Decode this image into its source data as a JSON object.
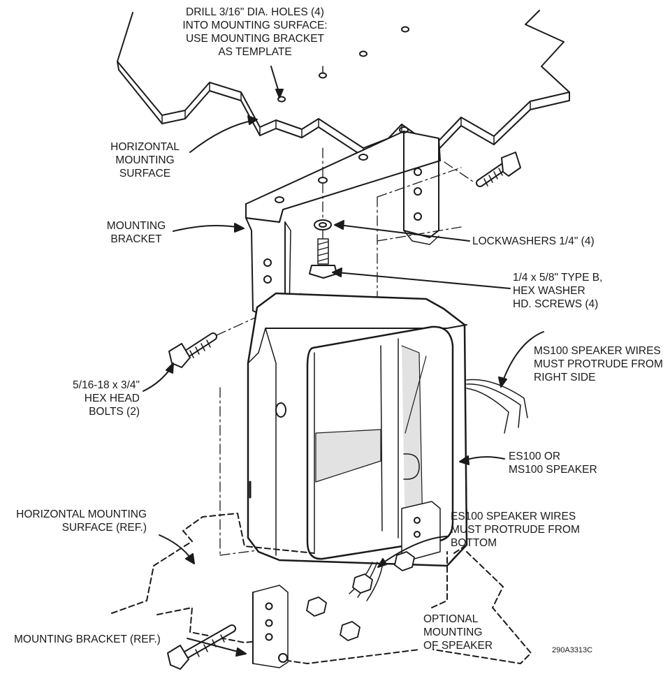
{
  "labels": {
    "drill": "DRILL 3/16\" DIA. HOLES (4)\nINTO MOUNTING SURFACE:\nUSE MOUNTING BRACKET\nAS TEMPLATE",
    "horizontal_surface": "HORIZONTAL\nMOUNTING\nSURFACE",
    "mounting_bracket": "MOUNTING\nBRACKET",
    "lockwashers": "LOCKWASHERS 1/4\" (4)",
    "screws": "1/4 x 5/8\" TYPE B,\nHEX WASHER\nHD. SCREWS (4)",
    "ms100_wires": "MS100 SPEAKER WIRES\nMUST PROTRUDE FROM\nRIGHT SIDE",
    "bolts": "5/16-18 x 3/4\"\nHEX HEAD\nBOLTS (2)",
    "speaker": "ES100 OR\nMS100 SPEAKER",
    "horizontal_surface_ref": "HORIZONTAL MOUNTING\nSURFACE (REF.)",
    "es100_wires": "ES100 SPEAKER WIRES\nMUST PROTRUDE FROM\nBOTTOM",
    "optional": "OPTIONAL\nMOUNTING\nOF SPEAKER",
    "bracket_ref": "MOUNTING BRACKET (REF.)",
    "drawing_number": "290A3313C"
  },
  "colors": {
    "ink": "#1a1a1a",
    "shade": "#cfcfcf",
    "paper": "#ffffff"
  }
}
